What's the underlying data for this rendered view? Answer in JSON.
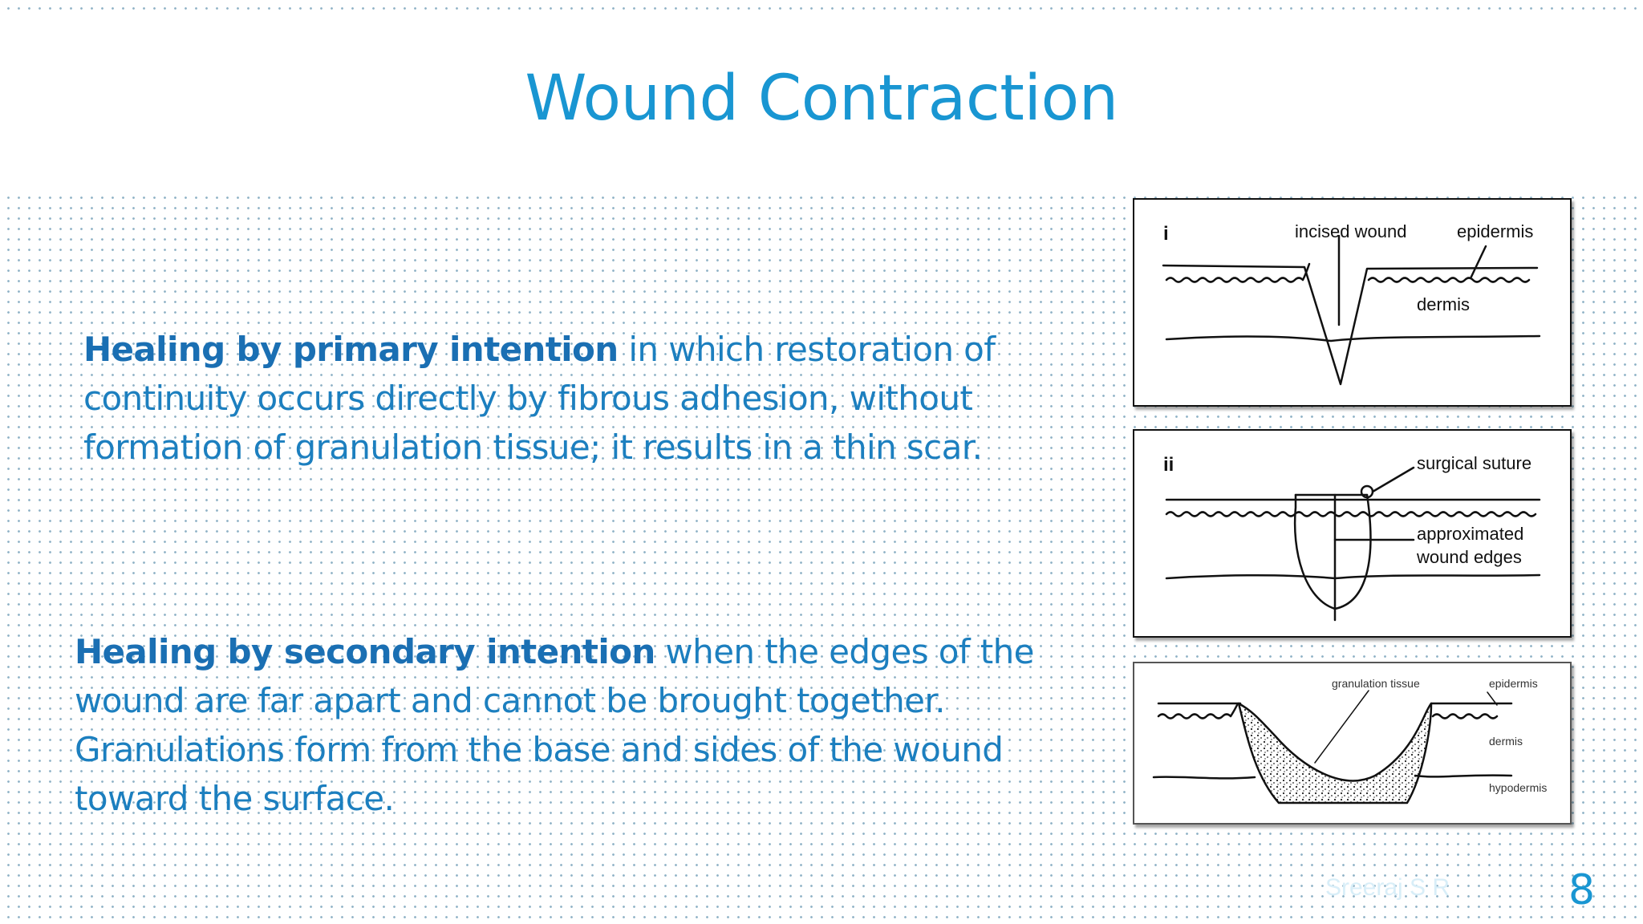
{
  "slide": {
    "title": "Wound Contraction",
    "primary": {
      "term": "Healing by primary intention",
      "text": " in which restoration of continuity occurs directly by fibrous adhesion, without formation of granulation tissue; it results in a thin scar."
    },
    "secondary": {
      "term": "Healing by secondary intention",
      "text": " when the edges of the wound are far apart and cannot be brought together. Granulations form from the base and sides of the wound toward the surface."
    },
    "author": "Sreeraj S R",
    "page_number": "8"
  },
  "figures": {
    "panel_i": {
      "numeral": "i",
      "incised_wound": "incised wound",
      "epidermis": "epidermis",
      "dermis": "dermis"
    },
    "panel_ii": {
      "numeral": "ii",
      "surgical_suture": "surgical suture",
      "approximated_line1": "approximated",
      "approximated_line2": "wound edges"
    },
    "panel_iii": {
      "granulation_tissue": "granulation tissue",
      "epidermis": "epidermis",
      "dermis": "dermis",
      "hypodermis": "hypodermis"
    }
  }
}
